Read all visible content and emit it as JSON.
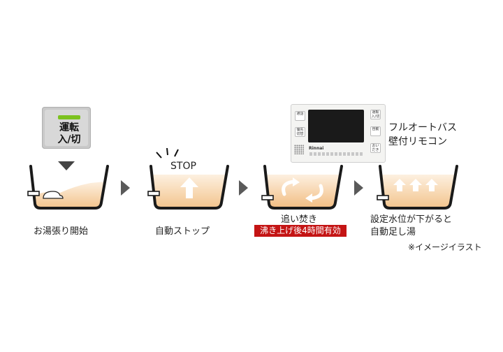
{
  "steps": [
    {
      "caption": "お湯張り開始"
    },
    {
      "caption": "自動ストップ",
      "stop_label": "STOP"
    },
    {
      "caption": "追い焚き",
      "note": "沸き上げ後4時間有効"
    },
    {
      "caption_line1": "設定水位が下がると",
      "caption_line2": "自動足し湯"
    }
  ],
  "start_button": {
    "line1": "運転",
    "line2": "入/切"
  },
  "remote": {
    "title_line1": "フルオートバス",
    "title_line2": "壁付リモコン",
    "brand": "Rinnai",
    "buttons_left": [
      "通話",
      "優先切替"
    ],
    "buttons_right": [
      "運転入/切",
      "自動",
      "おいだき"
    ]
  },
  "footnote": "※イメージイラスト",
  "colors": {
    "water_light": "#fbe9d4",
    "water_dark": "#f3c48f",
    "tub_outline": "#1a1a1a",
    "arrow": "#5a5a5a",
    "note_bg": "#c41414",
    "led": "#7cc21f"
  }
}
